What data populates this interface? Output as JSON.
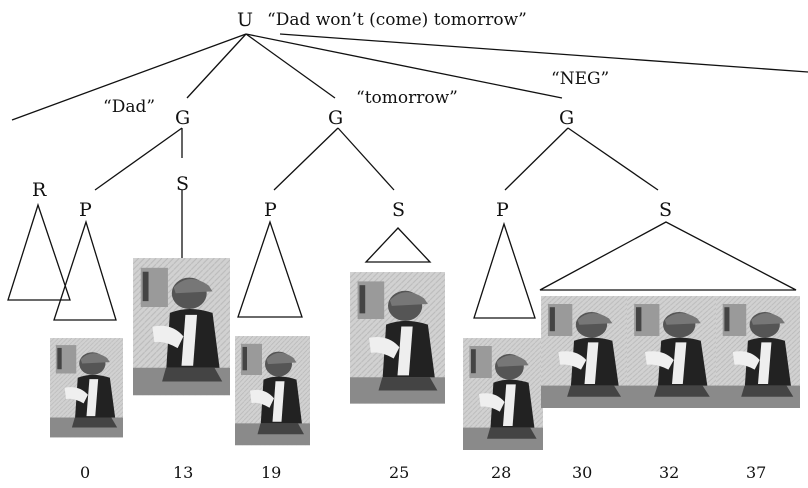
{
  "utterance": {
    "node": "U",
    "gloss": "“Dad won’t (come) tomorrow”"
  },
  "gestures": [
    {
      "node": "G",
      "gloss": "“Dad”",
      "parts": [
        "S"
      ]
    },
    {
      "node": "G",
      "gloss": "“tomorrow”",
      "parts": [
        "P",
        "S"
      ]
    },
    {
      "node": "G",
      "gloss": "“NEG”",
      "parts": [
        "P",
        "S"
      ]
    }
  ],
  "first_parts": [
    "R",
    "P"
  ],
  "frames": [
    "0",
    "13",
    "19",
    "25",
    "28",
    "30",
    "32",
    "37"
  ],
  "photo_description": "black-and-white photo of a seated boy wearing a cap, gesturing"
}
